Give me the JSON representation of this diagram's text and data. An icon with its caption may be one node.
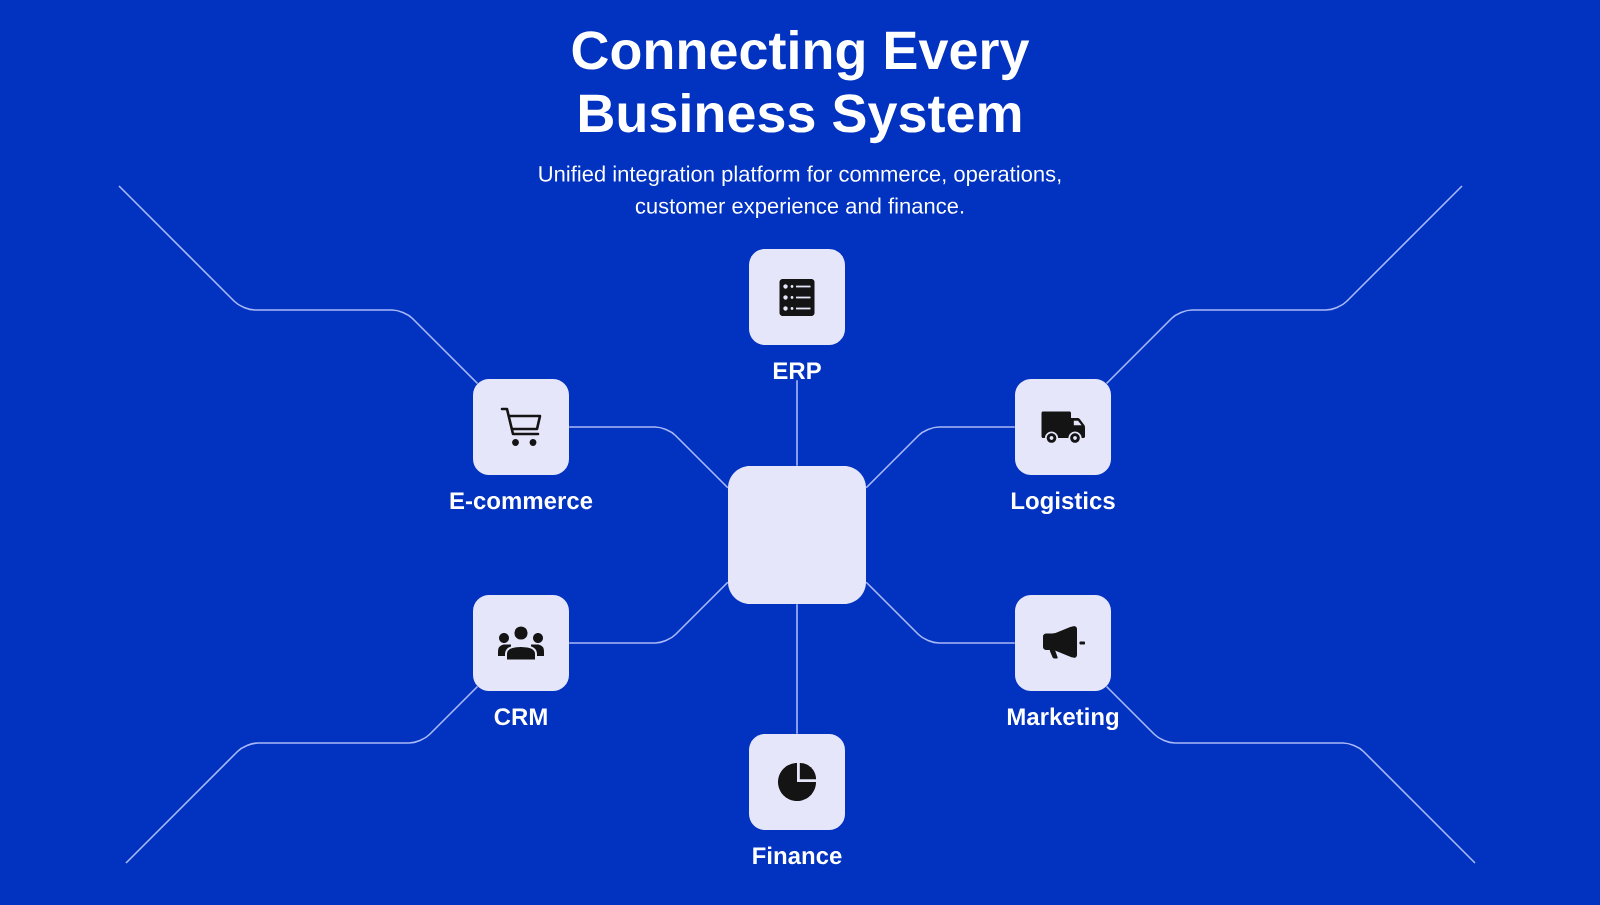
{
  "diagram": {
    "title": "Connecting Every Business System",
    "nodes": [
      {
        "text": [
          "ERP"
        ]
      },
      {
        "text": [
          "E-commerce"
        ]
      },
      {
        "text": [
          "Logistics"
        ]
      },
      {
        "text": [],
        "shape": "box"
      },
      {
        "text": [
          "CRM"
        ]
      },
      {
        "text": [
          "Marketing"
        ]
      },
      {
        "text": [
          "Finance"
        ]
      }
    ],
    "edges": [
      {
        "from": 3,
        "to": 0,
        "arrow": "none"
      },
      {
        "from": 3,
        "to": 1,
        "arrow": "none"
      },
      {
        "from": 3,
        "to": 2,
        "arrow": "none"
      },
      {
        "from": 3,
        "to": 4,
        "arrow": "none"
      },
      {
        "from": 3,
        "to": 5,
        "arrow": "none"
      },
      {
        "from": 3,
        "to": 6,
        "arrow": "none"
      },
      {
        "from": null,
        "to": 1,
        "arrow": "none"
      },
      {
        "from": null,
        "to": 2,
        "arrow": "none"
      },
      {
        "from": null,
        "to": 4,
        "arrow": "none"
      },
      {
        "from": null,
        "to": 5,
        "arrow": "none"
      }
    ],
    "labels": [
      "Unified integration platform for commerce, operations, customer experience and finance."
    ]
  }
}
